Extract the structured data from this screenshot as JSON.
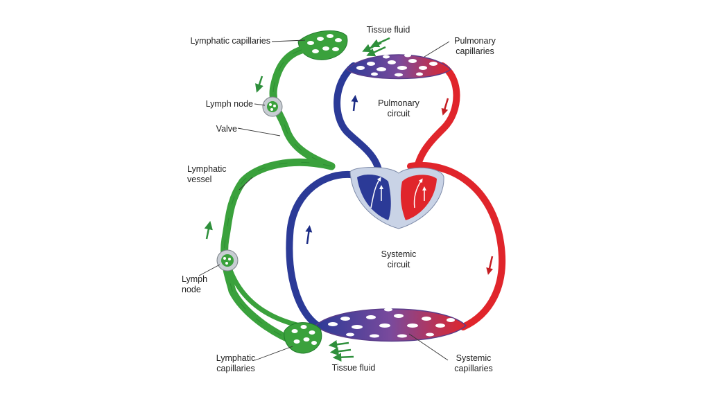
{
  "labels": {
    "lymphatic_capillaries_top": "Lymphatic capillaries",
    "tissue_fluid_top": "Tissue fluid",
    "pulmonary_capillaries": "Pulmonary\ncapillaries",
    "lymph_node_top": "Lymph node",
    "valve": "Valve",
    "pulmonary_circuit": "Pulmonary\ncircuit",
    "lymphatic_vessel": "Lymphatic\nvessel",
    "systemic_circuit": "Systemic\ncircuit",
    "lymph_node_bottom": "Lymph\nnode",
    "lymphatic_capillaries_bottom": "Lymphatic\ncapillaries",
    "tissue_fluid_bottom": "Tissue fluid",
    "systemic_capillaries": "Systemic\ncapillaries"
  },
  "colors": {
    "oxygen_poor_blood": "#2b3a97",
    "oxygen_rich_blood": "#e0252b",
    "capillary_mix": "#7a4a9c",
    "lymph": "#3aa13c",
    "heart_tissue": "#c9d3e6",
    "label_text": "#222222"
  }
}
